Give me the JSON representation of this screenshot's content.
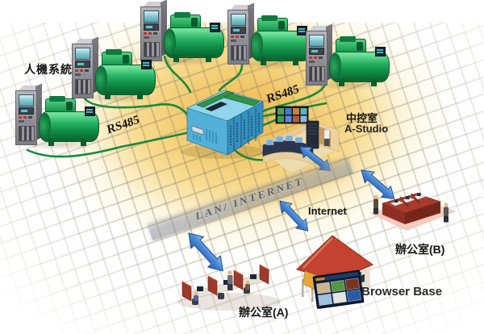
{
  "scene": {
    "description": "Industrial chiller monitoring network topology illustration",
    "labels": {
      "hmi_system": "人機系統",
      "rs485_left": "RS485",
      "rs485_right": "RS485",
      "control_room": "中控室",
      "control_room_software": "A-Studio",
      "lan_band": "LAN/ INTERNET",
      "internet": "Internet",
      "office_a": "辦公室(A)",
      "office_b": "辦公室(B)",
      "browser_base": "Browser Base"
    },
    "chiller_unit_count": 5
  },
  "diagram": {
    "type": "network-topology",
    "nodes": [
      {
        "id": "chiller-units",
        "label": "人機系統",
        "count": 5,
        "kind": "chiller with HMI control panel"
      },
      {
        "id": "controller",
        "label": "",
        "kind": "blue data-acquisition controller"
      },
      {
        "id": "control-room",
        "label": "中控室 / A-Studio",
        "kind": "control room with console, video wall, server and operator"
      },
      {
        "id": "lan",
        "label": "LAN/ INTERNET",
        "kind": "network backbone band"
      },
      {
        "id": "internet",
        "label": "Internet",
        "kind": "remote link"
      },
      {
        "id": "office-a",
        "label": "辦公室(A)",
        "kind": "office cubicle row"
      },
      {
        "id": "office-b",
        "label": "辦公室(B)",
        "kind": "office cubicle cluster"
      },
      {
        "id": "browser-base",
        "label": "Browser Base",
        "kind": "house with remote browser client"
      }
    ],
    "edges": [
      {
        "from": "chiller-units",
        "to": "controller",
        "label": "RS485",
        "style": "green-cable"
      },
      {
        "from": "controller",
        "to": "control-room",
        "label": "",
        "style": "green-cable"
      },
      {
        "from": "control-room",
        "to": "lan",
        "style": "blue-double-arrow"
      },
      {
        "from": "lan",
        "to": "office-a",
        "style": "blue-double-arrow"
      },
      {
        "from": "lan",
        "to": "internet",
        "style": "blue-double-arrow"
      },
      {
        "from": "internet",
        "to": "browser-base",
        "style": "adjacent"
      },
      {
        "from": "lan",
        "to": "office-b",
        "style": "blue-double-arrow"
      }
    ]
  },
  "colors": {
    "chiller_green": "#1a9c50",
    "panel_gray": "#8e8e94",
    "controller_blue": "#53b1d8",
    "cable_green": "#178a3e",
    "arrow_blue": "#3f7fce",
    "floor_yellow": "#eeb23e",
    "band_gray": "#8a8f98",
    "office_red": "#9c392b",
    "roof_red": "#c4432e",
    "room_beige": "#ecd29e"
  }
}
